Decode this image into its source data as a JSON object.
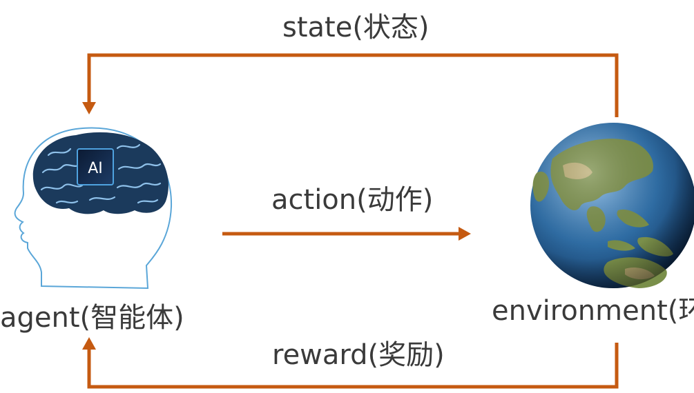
{
  "labels": {
    "state": "state(状态)",
    "action": "action(动作)",
    "reward": "reward(奖励)",
    "agent": "agent(智能体)",
    "environment": "environment(环"
  },
  "chip_text": "AI",
  "colors": {
    "arrow": "#c55a11",
    "text": "#3a3a3a",
    "brain": "#1b3a5c",
    "head_outline": "#5aa6d8",
    "ocean": "#2f6fa8",
    "land": "#7a8f4a"
  },
  "icons": {
    "agent": "brain-head-icon",
    "environment": "earth-globe-icon"
  }
}
